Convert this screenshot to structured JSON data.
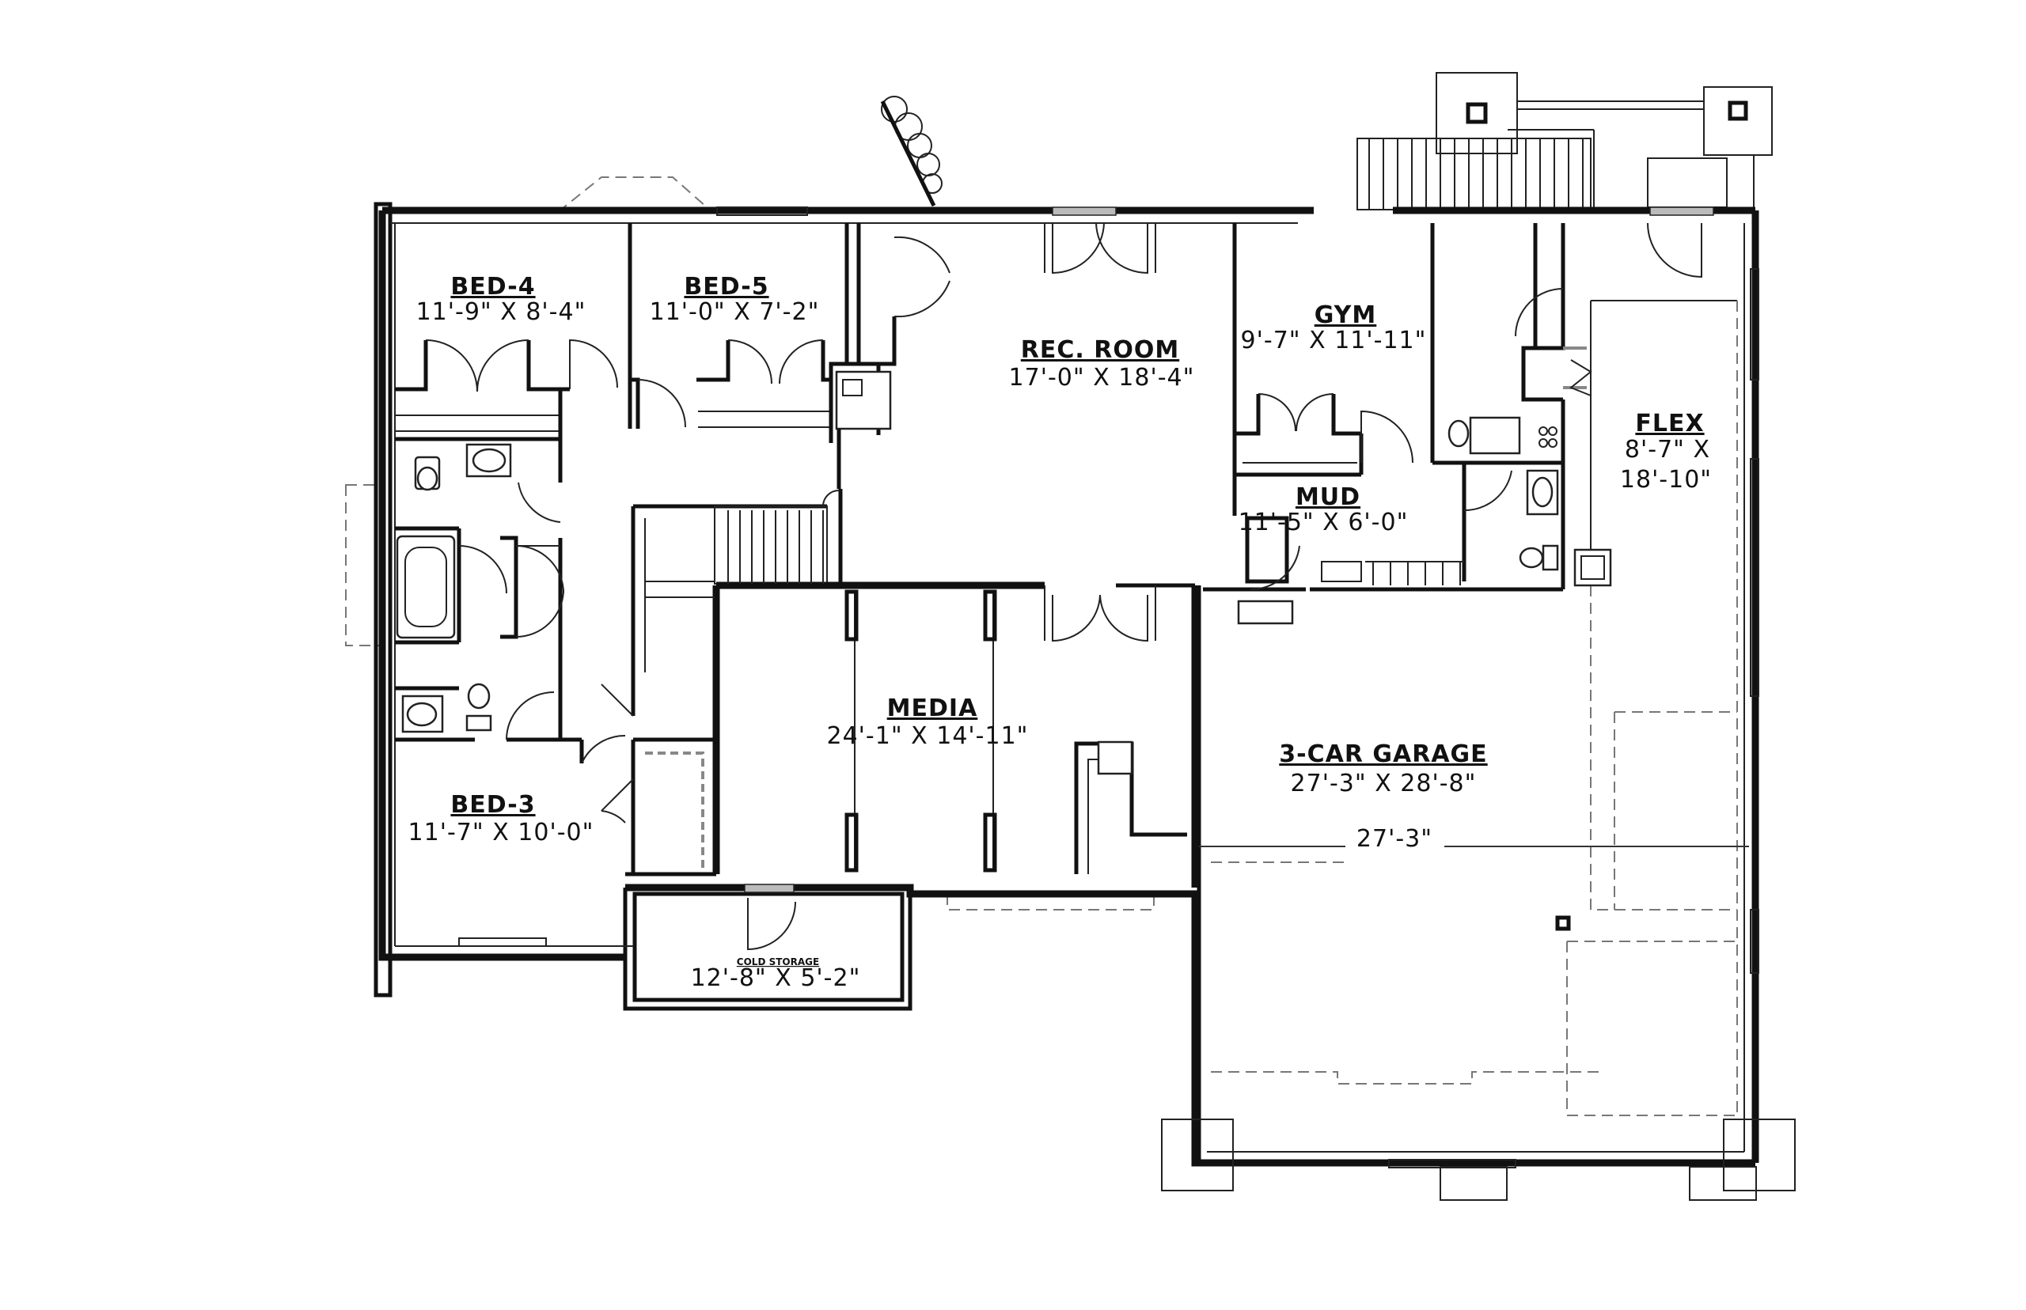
{
  "rooms": {
    "bed4": {
      "name": "BED-4",
      "dims": "11'-9\" X 8'-4\""
    },
    "bed5": {
      "name": "BED-5",
      "dims": "11'-0\" X 7'-2\""
    },
    "rec_room": {
      "name": "REC. ROOM",
      "dims": "17'-0\" X 18'-4\""
    },
    "gym": {
      "name": "GYM",
      "dims": "9'-7\" X 11'-11\""
    },
    "flex": {
      "name": "FLEX",
      "dims_line1": "8'-7\" X",
      "dims_line2": "18'-10\""
    },
    "mud": {
      "name": "MUD",
      "dims": "11'-5\" X 6'-0\""
    },
    "media": {
      "name": "MEDIA",
      "dims": "24'-1\" X 14'-11\""
    },
    "garage": {
      "name": "3-CAR GARAGE",
      "dims": "27'-3\" X 28'-8\"",
      "dim_line": "27'-3\""
    },
    "bed3": {
      "name": "BED-3",
      "dims": "11'-7\" X 10'-0\""
    },
    "cold_storage": {
      "name": "COLD STORAGE",
      "dims": "12'-8\" X 5'-2\""
    }
  }
}
